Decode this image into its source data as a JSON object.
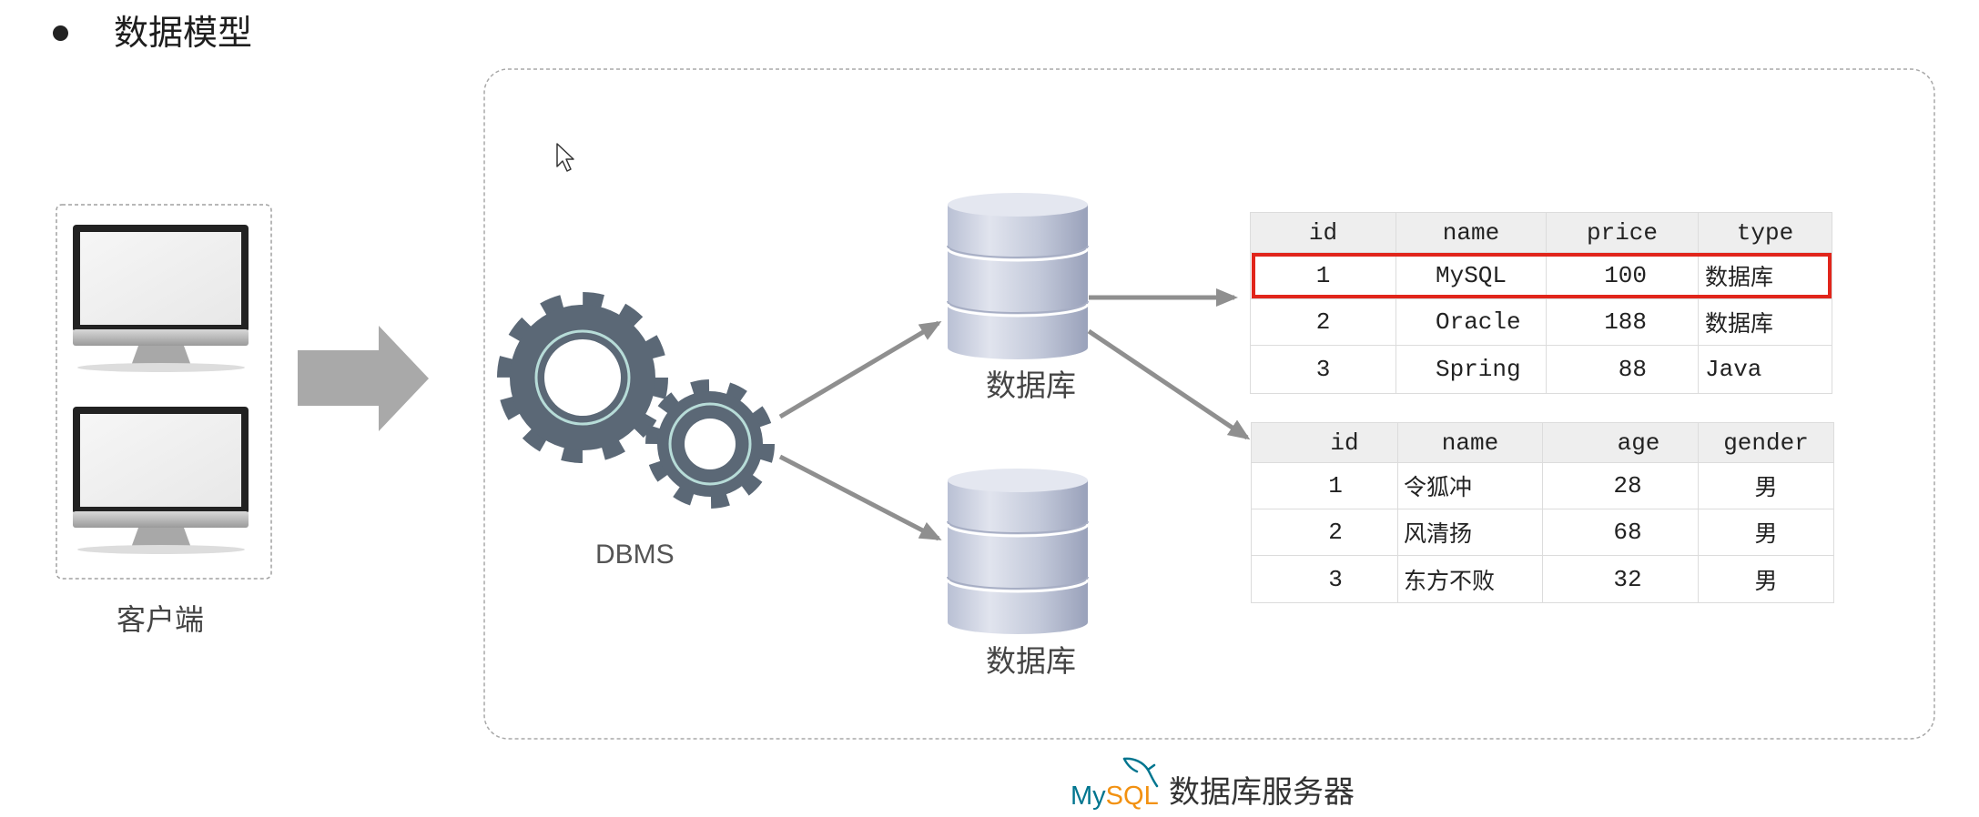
{
  "slide": {
    "title": "数据模型"
  },
  "client": {
    "label": "客户端"
  },
  "server": {
    "dbms_label": "DBMS",
    "databases": [
      {
        "label": "数据库"
      },
      {
        "label": "数据库"
      }
    ],
    "tables": [
      {
        "columns": [
          "id",
          "name",
          "price",
          "type"
        ],
        "rows": [
          [
            "1",
            "MySQL",
            "100",
            "数据库"
          ],
          [
            "2",
            "Oracle",
            "188",
            "数据库"
          ],
          [
            "3",
            "Spring",
            "88",
            "Java"
          ]
        ],
        "highlighted_row_index": 0
      },
      {
        "columns": [
          "id",
          "name",
          "age",
          "gender"
        ],
        "rows": [
          [
            "1",
            "令狐冲",
            "28",
            "男"
          ],
          [
            "2",
            "风清扬",
            "68",
            "男"
          ],
          [
            "3",
            "东方不败",
            "32",
            "男"
          ]
        ]
      }
    ]
  },
  "footer": {
    "logo": {
      "my": "My",
      "sql": "SQL"
    },
    "label": "数据库服务器"
  },
  "icons": {
    "client": "monitor-icon",
    "dbms": "gear-icon",
    "database": "database-cylinder-icon",
    "pointer": "cursor-icon",
    "brand": "mysql-dolphin-icon"
  },
  "colors": {
    "highlight": "#e1251b",
    "gear": "#5b6876",
    "gear_ring": "#b7dcd8",
    "arrow": "#8f8f8f",
    "big_arrow": "#a9a9a9",
    "mysql_blue": "#00758f",
    "mysql_orange": "#f29111"
  }
}
